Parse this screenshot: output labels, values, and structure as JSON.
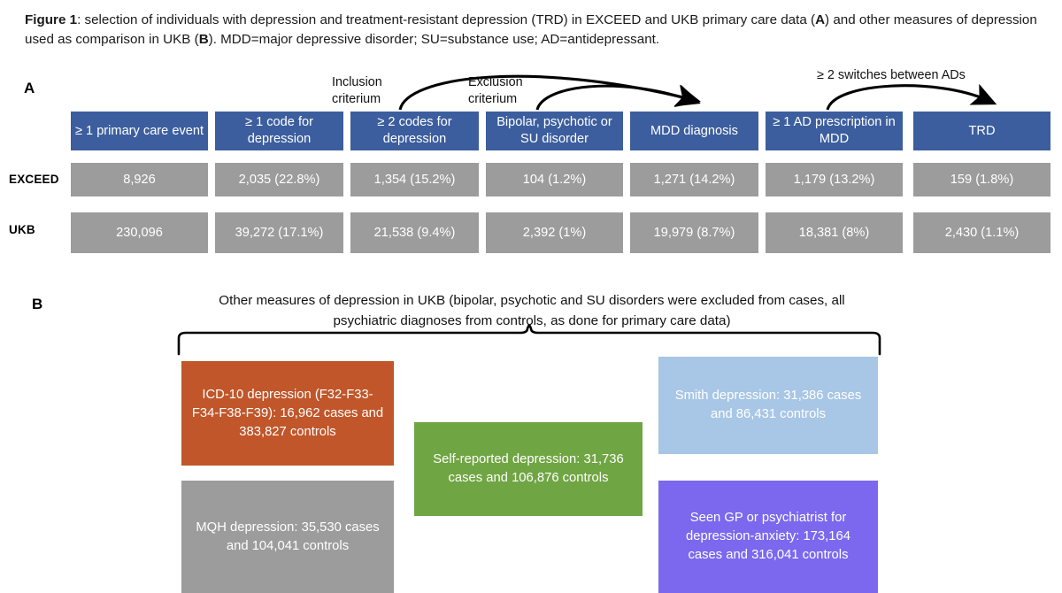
{
  "caption": {
    "prefix_bold": "Figure 1",
    "text": ": selection of individuals with depression and treatment-resistant depression (TRD) in EXCEED and UKB primary care data (",
    "bold_a": "A",
    "text2": ") and other measures of depression used as comparison in UKB (",
    "bold_b": "B",
    "text3": "). MDD=major depressive disorder; SU=substance use; AD=antidepressant."
  },
  "panels": {
    "a_letter": "A",
    "b_letter": "B"
  },
  "flow": {
    "annotations": {
      "inclusion": "Inclusion\ncriterium",
      "exclusion": "Exclusion\ncriterium",
      "switches": "≥ 2 switches between ADs"
    },
    "stages": [
      "≥ 1 primary care event",
      "≥ 1 code for depression",
      "≥ 2 codes for depression",
      "Bipolar, psychotic or SU disorder",
      "MDD diagnosis",
      "≥ 1 AD prescription in MDD",
      "TRD"
    ],
    "rows": [
      {
        "label": "EXCEED",
        "values": [
          "8,926",
          "2,035 (22.8%)",
          "1,354 (15.2%)",
          "104 (1.2%)",
          "1,271 (14.2%)",
          "1,179 (13.2%)",
          "159 (1.8%)"
        ]
      },
      {
        "label": "UKB",
        "values": [
          "230,096",
          "39,272 (17.1%)",
          "21,538 (9.4%)",
          "2,392 (1%)",
          "19,979 (8.7%)",
          "18,381 (8%)",
          "2,430 (1.1%)"
        ]
      }
    ]
  },
  "panel_b": {
    "header": "Other measures of depression in UKB (bipolar, psychotic and SU disorders were excluded from cases, all psychiatric diagnoses from controls, as done for primary care data)",
    "boxes": [
      {
        "name": "icd10",
        "text": "ICD-10 depression (F32-F33-F34-F38-F39): 16,962 cases and 383,827 controls",
        "color": "#C0562A"
      },
      {
        "name": "mqh",
        "text": "MQH depression: 35,530 cases and 104,041 controls",
        "color": "#9C9C9C"
      },
      {
        "name": "self",
        "text": "Self-reported depression: 31,736 cases and 106,876 controls",
        "color": "#70A543"
      },
      {
        "name": "smith",
        "text": "Smith depression: 31,386 cases and 86,431 controls",
        "color": "#A8C6E5"
      },
      {
        "name": "gp",
        "text": "Seen GP or psychiatrist for depression-anxiety: 173,164 cases and 316,041 controls",
        "color": "#7B68EE"
      }
    ]
  },
  "colors": {
    "stage_blue": "#3C5E9E",
    "data_grey": "#9C9C9C",
    "arrow_black": "#000000",
    "background": "#FFFFFF"
  }
}
